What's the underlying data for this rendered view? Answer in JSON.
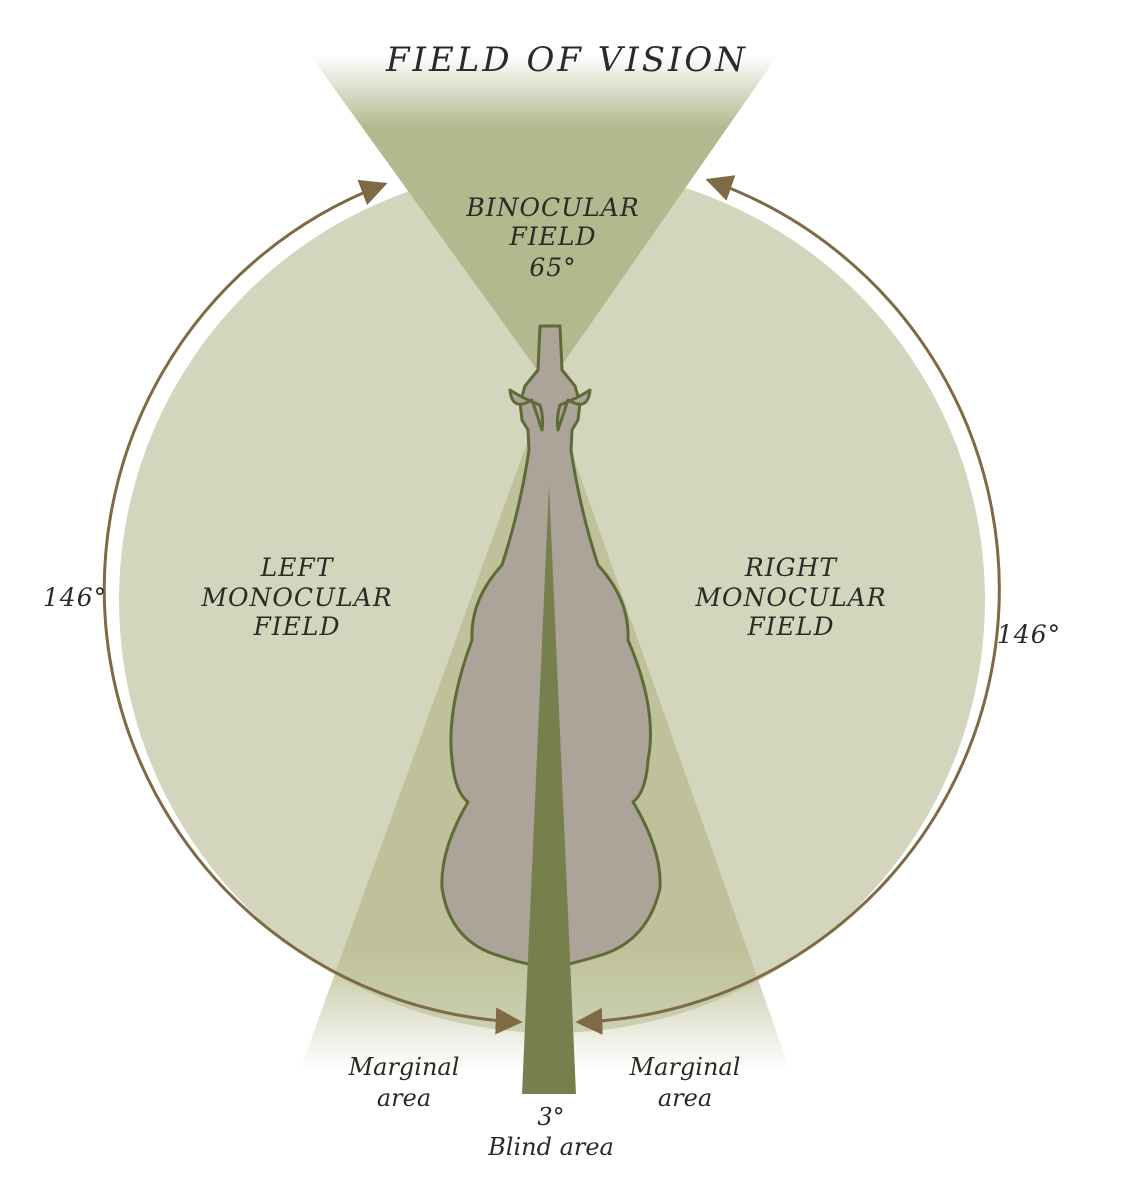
{
  "title": "FIELD OF VISION",
  "binocular": {
    "line1": "BINOCULAR",
    "line2": "FIELD",
    "angle": "65°"
  },
  "left_monocular": {
    "line1": "LEFT",
    "line2": "MONOCULAR",
    "line3": "FIELD",
    "angle": "146°"
  },
  "right_monocular": {
    "line1": "RIGHT",
    "line2": "MONOCULAR",
    "line3": "FIELD",
    "angle": "146°"
  },
  "marginal_left": {
    "line1": "Marginal",
    "line2": "area"
  },
  "marginal_right": {
    "line1": "Marginal",
    "line2": "area"
  },
  "blind": {
    "angle": "3°",
    "label": "Blind area"
  },
  "colors": {
    "monocular_fill": "#d3d6bd",
    "binocular_fill": "#b3b88f",
    "marginal_fill": "#bec199",
    "arc_stroke": "#7e6a45",
    "horse_fill": "#aca399",
    "horse_stroke": "#5e6b37",
    "blind_fill": "#77804d"
  }
}
